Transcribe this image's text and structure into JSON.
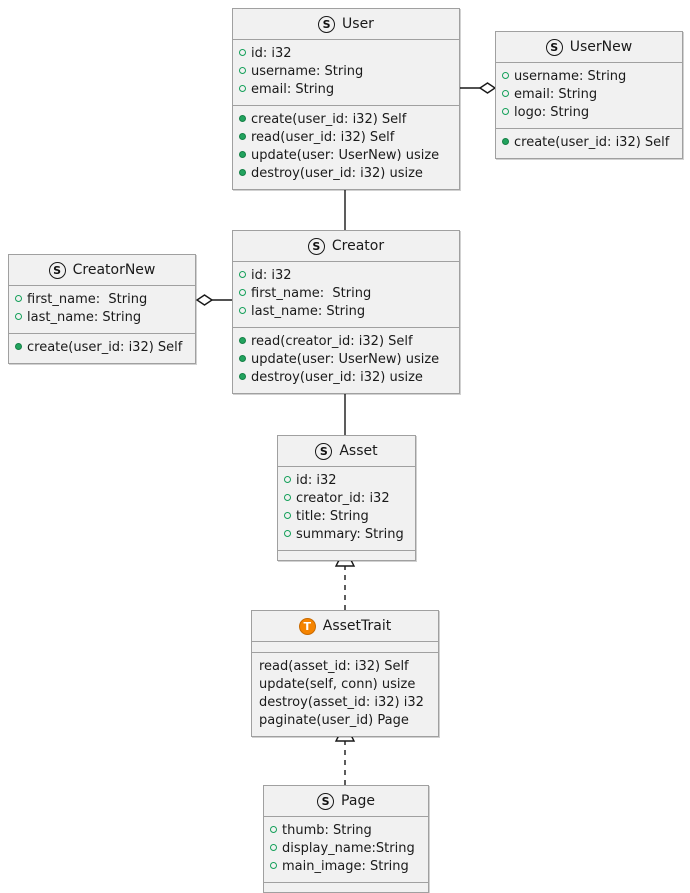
{
  "diagram": {
    "kind": "uml-class-diagram",
    "background": "#FFFFFF",
    "box_fill": "#F1F1F1",
    "box_border": "#A0A0A0",
    "field_marker_color": "#15A05A",
    "method_marker_color": "#22A35E",
    "struct_icon_color": "#101010",
    "trait_icon_color": "#F58400"
  },
  "classes": {
    "user": {
      "name": "User",
      "stereotype": "S",
      "fields": [
        "id: i32",
        "username: String",
        "email: String"
      ],
      "methods": [
        "create(user_id: i32) Self",
        "read(user_id: i32) Self",
        "update(user: UserNew) usize",
        "destroy(user_id: i32) usize"
      ]
    },
    "usernew": {
      "name": "UserNew",
      "stereotype": "S",
      "fields": [
        "username: String",
        "email: String",
        "logo: String"
      ],
      "methods": [
        "create(user_id: i32) Self"
      ]
    },
    "creator": {
      "name": "Creator",
      "stereotype": "S",
      "fields": [
        "id: i32",
        "first_name:  String",
        "last_name: String"
      ],
      "methods": [
        "read(creator_id: i32) Self",
        "update(user: UserNew) usize",
        "destroy(user_id: i32) usize"
      ]
    },
    "creatornew": {
      "name": "CreatorNew",
      "stereotype": "S",
      "fields": [
        "first_name:  String",
        "last_name: String"
      ],
      "methods": [
        "create(user_id: i32) Self"
      ]
    },
    "asset": {
      "name": "Asset",
      "stereotype": "S",
      "fields": [
        "id: i32",
        "creator_id: i32",
        "title: String",
        "summary: String"
      ],
      "methods": []
    },
    "assettrait": {
      "name": "AssetTrait",
      "stereotype": "T",
      "fields": [],
      "methods": [
        "read(asset_id: i32) Self",
        "update(self, conn) usize",
        "destroy(asset_id: i32) i32",
        "paginate(user_id) Page"
      ]
    },
    "page": {
      "name": "Page",
      "stereotype": "S",
      "fields": [
        "thumb: String",
        "display_name:String",
        "main_image: String"
      ],
      "methods": []
    }
  },
  "relations": [
    {
      "from": "User",
      "to": "UserNew",
      "type": "aggregation",
      "marker": "hollow-diamond"
    },
    {
      "from": "User",
      "to": "Creator",
      "type": "composition",
      "marker": "filled-diamond"
    },
    {
      "from": "Creator",
      "to": "CreatorNew",
      "type": "aggregation",
      "marker": "hollow-diamond"
    },
    {
      "from": "Creator",
      "to": "Asset",
      "type": "aggregation",
      "marker": "hollow-diamond"
    },
    {
      "from": "AssetTrait",
      "to": "Asset",
      "type": "realization",
      "marker": "hollow-triangle-dashed"
    },
    {
      "from": "Page",
      "to": "AssetTrait",
      "type": "realization",
      "marker": "hollow-triangle-dashed"
    }
  ]
}
